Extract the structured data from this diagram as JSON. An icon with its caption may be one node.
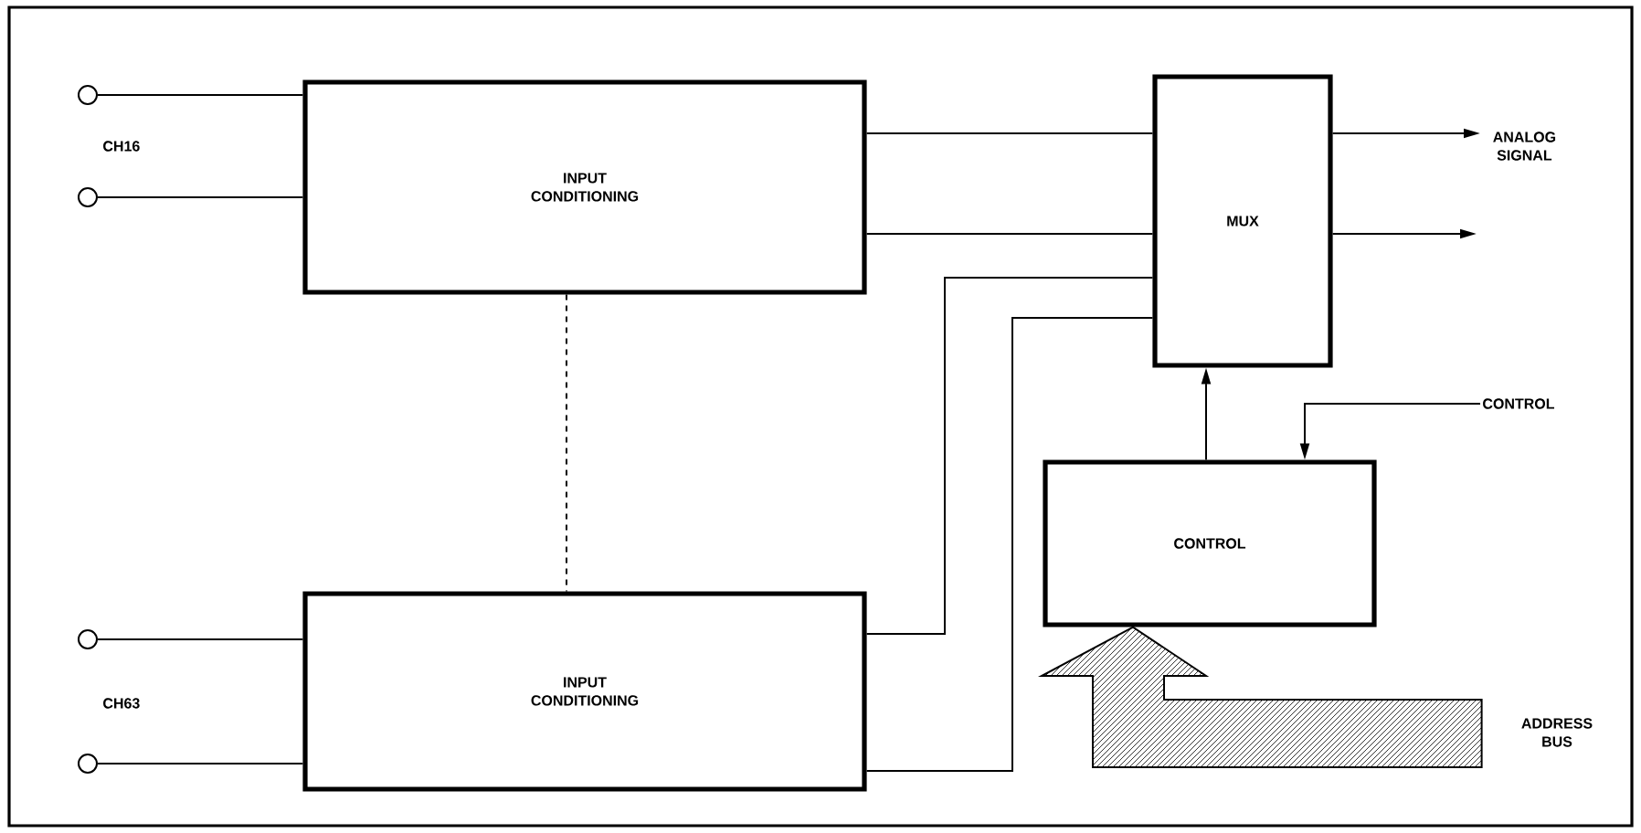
{
  "diagram": {
    "nodes": [
      {
        "text": [],
        "shape": "circle"
      },
      {
        "text": [],
        "shape": "circle"
      },
      {
        "text": [
          "INPUT CONDITIONING"
        ]
      },
      {
        "text": [
          "MUX"
        ]
      },
      {
        "text": [
          "CONTROL"
        ]
      },
      {
        "text": [
          "INPUT CONDITIONING"
        ]
      },
      {
        "text": [],
        "shape": "circle"
      },
      {
        "text": [],
        "shape": "circle"
      },
      {
        "text": [
          "ANALOG SIGNAL"
        ]
      },
      {
        "text": [
          "CONTROL"
        ]
      },
      {
        "text": [
          "ADDRESS BUS"
        ]
      }
    ],
    "edges": [
      {
        "from": 0,
        "to": 2,
        "arrow": "none"
      },
      {
        "from": 1,
        "to": 2,
        "arrow": "none"
      },
      {
        "from": 6,
        "to": 5,
        "arrow": "none"
      },
      {
        "from": 7,
        "to": 5,
        "arrow": "none"
      },
      {
        "from": 2,
        "to": 3,
        "arrow": "none"
      },
      {
        "from": 2,
        "to": 3,
        "arrow": "none"
      },
      {
        "from": 5,
        "to": 3,
        "arrow": "none"
      },
      {
        "from": 5,
        "to": 3,
        "arrow": "none"
      },
      {
        "from": 2,
        "to": 5,
        "arrow": "none",
        "style": "dashed"
      },
      {
        "from": 4,
        "to": 3,
        "arrow": "to"
      },
      {
        "from": 3,
        "to": 8,
        "arrow": "to"
      },
      {
        "from": 3,
        "to": null,
        "arrow": "to"
      },
      {
        "from": 9,
        "to": 4,
        "arrow": "to"
      },
      {
        "from": 10,
        "to": 4,
        "arrow": "to",
        "style": "thick"
      }
    ],
    "labels": [
      "CH16",
      "CH63"
    ]
  }
}
